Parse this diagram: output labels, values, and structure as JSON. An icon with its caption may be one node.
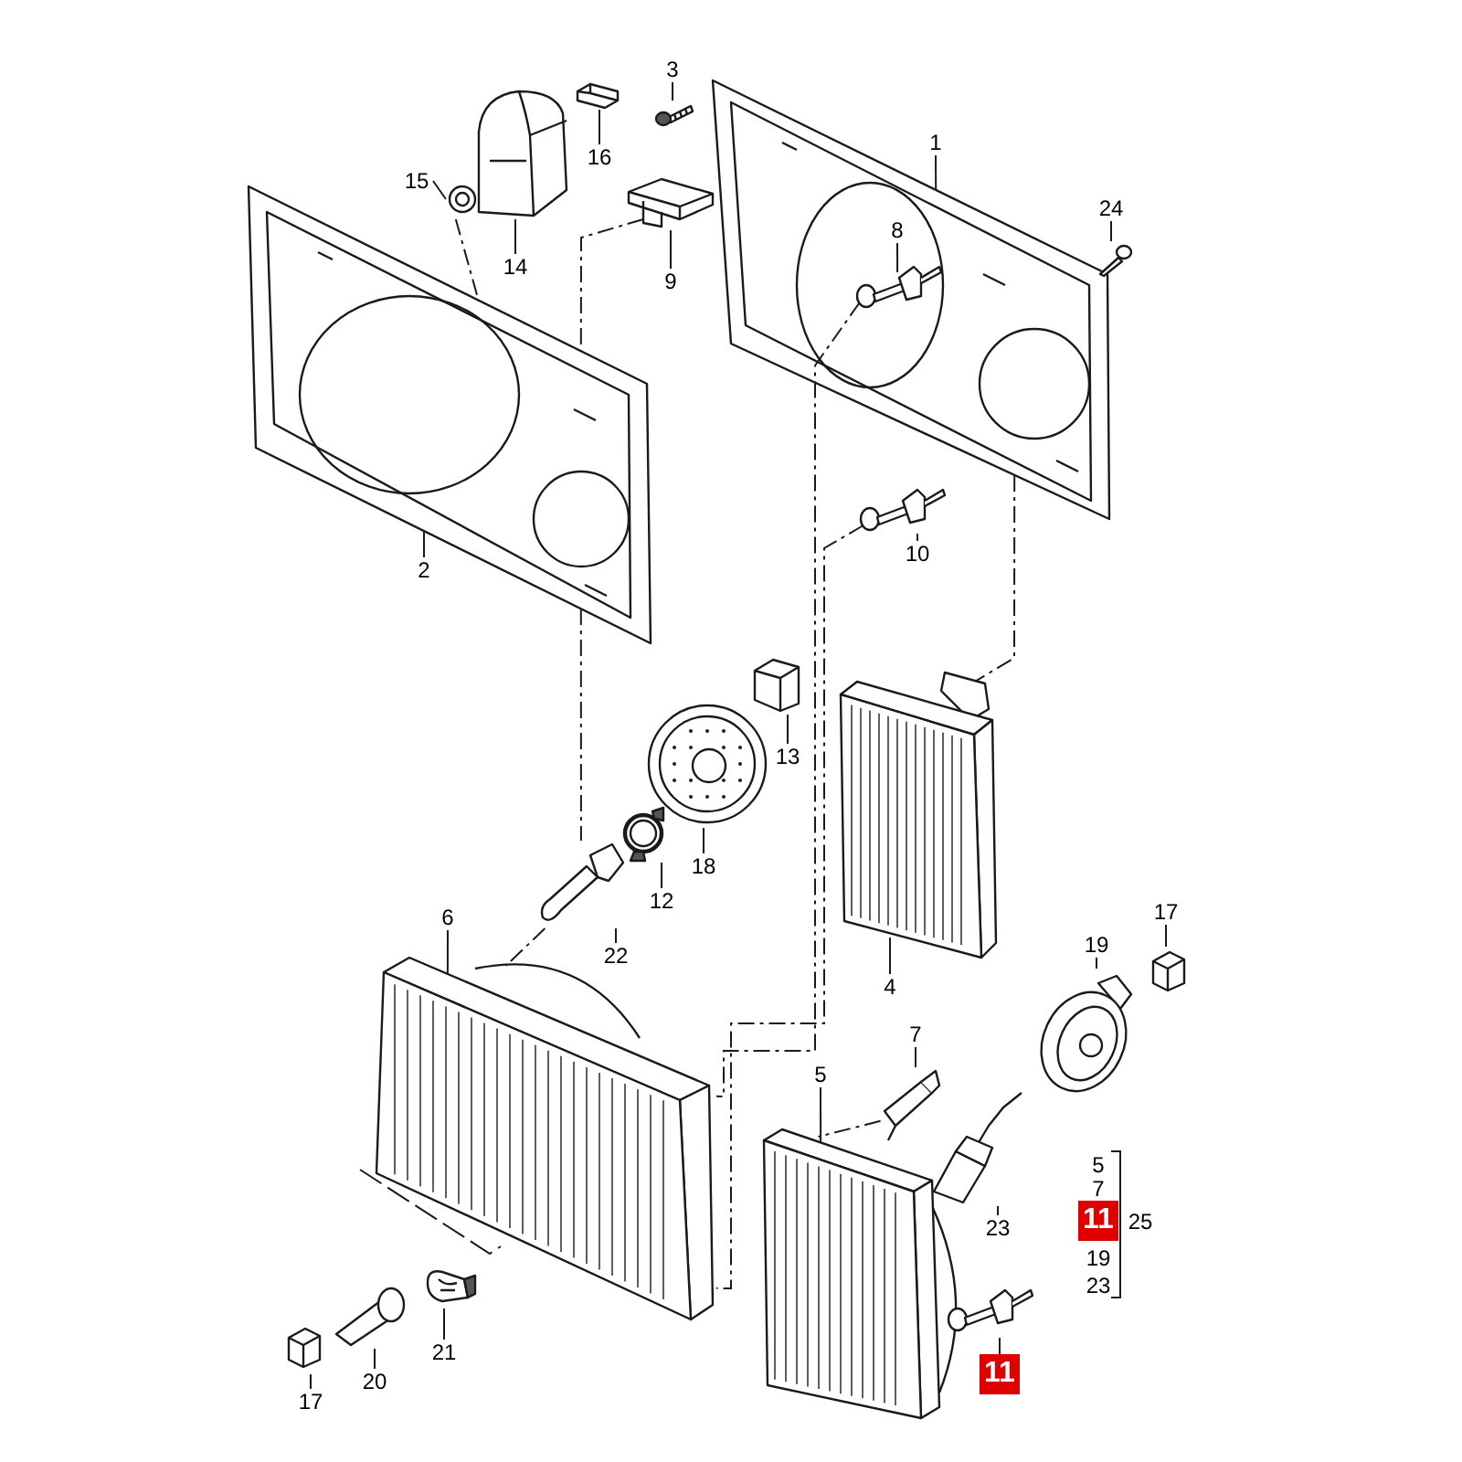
{
  "diagram": {
    "nodes": [
      {
        "text": [],
        "shape": "picture"
      },
      {
        "text": [],
        "shape": "picture"
      },
      {
        "text": [],
        "shape": "picture"
      },
      {
        "text": [
          "3"
        ]
      },
      {
        "text": [
          "16"
        ]
      },
      {
        "text": [
          "15"
        ]
      },
      {
        "text": [
          "1"
        ],
        "in": 0
      },
      {
        "text": [
          "24"
        ]
      },
      {
        "text": [
          "8"
        ],
        "in": 0
      },
      {
        "text": [
          "14"
        ],
        "in": 1
      },
      {
        "text": [
          "9"
        ]
      },
      {
        "text": [
          "10"
        ]
      },
      {
        "text": [
          "2"
        ],
        "in": 1
      },
      {
        "text": [
          "13"
        ]
      },
      {
        "text": [
          "18"
        ]
      },
      {
        "text": [
          "12"
        ]
      },
      {
        "text": [
          "22"
        ]
      },
      {
        "text": [
          "17"
        ]
      },
      {
        "text": [
          "6"
        ]
      },
      {
        "text": [
          "19"
        ]
      },
      {
        "text": [
          "4"
        ]
      },
      {
        "text": [
          "7"
        ]
      },
      {
        "text": [
          "5"
        ]
      },
      {
        "text": [
          "23"
        ]
      },
      {
        "text": [
          "21"
        ]
      },
      {
        "text": [
          "11"
        ]
      },
      {
        "text": [
          "20"
        ]
      },
      {
        "text": [
          "17"
        ]
      },
      {
        "text": [],
        "shape": "picture"
      },
      {
        "text": [],
        "shape": "picture"
      },
      {
        "text": [],
        "shape": "picture"
      },
      {
        "text": [],
        "shape": "picture",
        "in": 1
      },
      {
        "text": [],
        "shape": "picture"
      },
      {
        "text": [],
        "shape": "picture"
      },
      {
        "text": [],
        "shape": "picture",
        "in": 0
      },
      {
        "text": [],
        "shape": "picture"
      },
      {
        "text": [],
        "shape": "picture"
      },
      {
        "text": [],
        "shape": "picture"
      },
      {
        "text": [],
        "shape": "picture"
      },
      {
        "text": [],
        "shape": "picture"
      },
      {
        "text": [],
        "shape": "picture"
      },
      {
        "text": [],
        "shape": "picture"
      },
      {
        "text": [],
        "shape": "picture"
      },
      {
        "text": [],
        "shape": "picture"
      },
      {
        "text": [],
        "shape": "picture"
      },
      {
        "text": [],
        "shape": "picture"
      },
      {
        "text": [],
        "shape": "picture",
        "in": 2
      },
      {
        "text": [],
        "shape": "picture"
      },
      {
        "text": [],
        "shape": "picture"
      },
      {
        "text": [],
        "shape": "picture"
      },
      {
        "text": [
          "11"
        ]
      }
    ],
    "edges": [
      {
        "from": 3,
        "to": 28,
        "arrow": "none"
      },
      {
        "from": 4,
        "to": 29,
        "arrow": "none"
      },
      {
        "from": 5,
        "to": 31,
        "arrow": "none"
      },
      {
        "from": 6,
        "to": 0,
        "arrow": "none"
      },
      {
        "from": 7,
        "to": 33,
        "arrow": "none"
      },
      {
        "from": 8,
        "to": 34,
        "arrow": "none"
      },
      {
        "from": 9,
        "to": 30,
        "arrow": "none"
      },
      {
        "from": 10,
        "to": 32,
        "arrow": "none"
      },
      {
        "from": 11,
        "to": 35,
        "arrow": "none"
      },
      {
        "from": 12,
        "to": 1,
        "arrow": "none"
      },
      {
        "from": 13,
        "to": 36,
        "arrow": "none"
      },
      {
        "from": 14,
        "to": 37,
        "arrow": "none"
      },
      {
        "from": 15,
        "to": 38,
        "arrow": "none"
      },
      {
        "from": 16,
        "to": 39,
        "arrow": "none"
      },
      {
        "from": 17,
        "to": 41,
        "arrow": "none"
      },
      {
        "from": 18,
        "to": 2,
        "arrow": "none"
      },
      {
        "from": 19,
        "to": 42,
        "arrow": "none"
      },
      {
        "from": 20,
        "to": 40,
        "arrow": "none"
      },
      {
        "from": 21,
        "to": 43,
        "arrow": "none"
      },
      {
        "from": 22,
        "to": 44,
        "arrow": "none"
      },
      {
        "from": 23,
        "to": 45,
        "arrow": "none"
      },
      {
        "from": 24,
        "to": 46,
        "arrow": "none"
      },
      {
        "from": 25,
        "to": 47,
        "arrow": "none"
      },
      {
        "from": 26,
        "to": 48,
        "arrow": "none"
      },
      {
        "from": 27,
        "to": 49,
        "arrow": "none"
      },
      {
        "from": 31,
        "to": 1,
        "arrow": "none",
        "style": "dashed"
      },
      {
        "from": 32,
        "to": 1,
        "arrow": "none",
        "style": "dashed"
      },
      {
        "from": 1,
        "to": 39,
        "arrow": "none",
        "style": "dashed"
      },
      {
        "from": 39,
        "to": 2,
        "arrow": "none",
        "style": "dashed"
      },
      {
        "from": 34,
        "to": 2,
        "arrow": "none",
        "style": "dashed"
      },
      {
        "from": 35,
        "to": 2,
        "arrow": "none",
        "style": "dashed"
      },
      {
        "from": 0,
        "to": 40,
        "arrow": "none",
        "style": "dashed"
      },
      {
        "from": 43,
        "to": 44,
        "arrow": "none",
        "style": "dashed"
      }
    ],
    "labels": [
      "5",
      "7",
      "19",
      "23",
      "25"
    ]
  }
}
